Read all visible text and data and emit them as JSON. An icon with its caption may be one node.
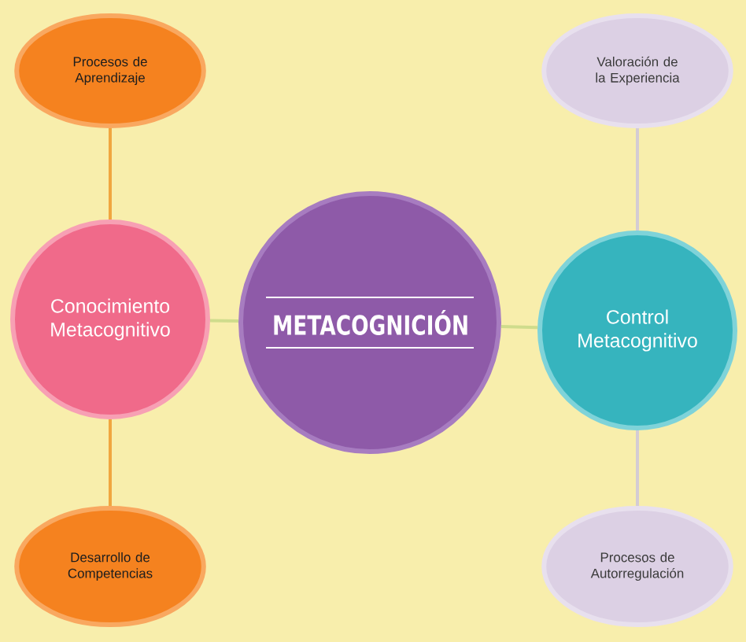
{
  "diagram": {
    "nodes": [
      {
        "text": [
          "METACOGNICIÓN"
        ]
      },
      {
        "text": [
          "Conocimiento Metacognitivo"
        ]
      },
      {
        "text": [
          "Control Metacognitivo"
        ]
      },
      {
        "text": [
          "Procesos de Aprendizaje"
        ]
      },
      {
        "text": [
          "Desarrollo de Competencias"
        ]
      },
      {
        "text": [
          "Valoración de la Experiencia"
        ]
      },
      {
        "text": [
          "Procesos de Autorregulación"
        ]
      }
    ],
    "edges": [
      {
        "from": 1,
        "to": 0,
        "arrow": "none",
        "color": "#cfdc8c"
      },
      {
        "from": 0,
        "to": 2,
        "arrow": "none",
        "color": "#cfdc8c"
      },
      {
        "from": 3,
        "to": 1,
        "arrow": "none",
        "color": "#f0a640"
      },
      {
        "from": 1,
        "to": 4,
        "arrow": "none",
        "color": "#f0a640"
      },
      {
        "from": 5,
        "to": 2,
        "arrow": "none",
        "color": "#d4ccd4"
      },
      {
        "from": 2,
        "to": 6,
        "arrow": "none",
        "color": "#d4ccd4"
      }
    ]
  }
}
